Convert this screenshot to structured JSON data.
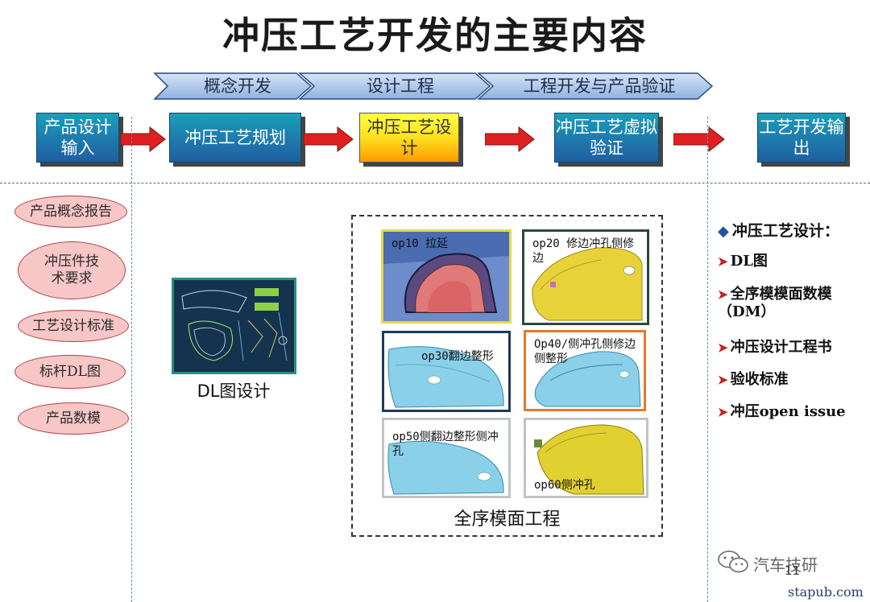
{
  "title": "冲压工艺开发的主要内容",
  "phases": [
    "概念开发",
    "设计工程",
    "工程开发与产品验证"
  ],
  "steps": [
    "产品设计输入",
    "冲压工艺规划",
    "冲压工艺设计",
    "冲压工艺虚拟验证",
    "工艺开发输出"
  ],
  "inputs": [
    "产品概念报告",
    "冲压件技术要求",
    "工艺设计标准",
    "标杆DL图",
    "产品数模"
  ],
  "dl_caption": "DL图设计",
  "die_caption": "全序模面工程",
  "operations": [
    {
      "label": "op10 拉延",
      "border": "#e6d84a"
    },
    {
      "label": "op20 修边冲孔侧修边",
      "border": "#2b4a3a"
    },
    {
      "label": "op30翻边整形",
      "border": "#1f3a5a"
    },
    {
      "label": "Op40/侧冲孔侧修边侧整形",
      "border": "#e57a2a"
    },
    {
      "label": "op50侧翻边整形侧冲孔",
      "border": "#c0c4c8"
    },
    {
      "label": "op60侧冲孔",
      "border": "#c0c4c8"
    }
  ],
  "side_title": "冲压工艺设计：",
  "side_items": [
    "DL图",
    "全序模模面数模（DM）",
    "冲压设计工程书",
    "验收标准",
    "冲压open issue"
  ],
  "page_number": "11",
  "watermark": "汽车技研",
  "site": "stapub.com",
  "colors": {
    "step_blue": "#1e7fb0",
    "step_highlight": "#ffdf20",
    "arrow_red": "#e02020",
    "ellipse_fill": "#f7c6c6"
  }
}
